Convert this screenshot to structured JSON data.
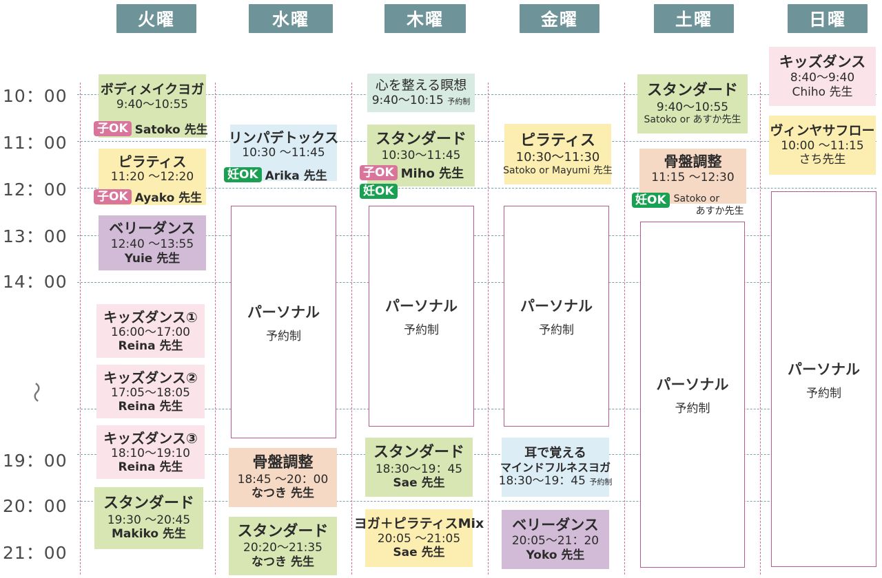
{
  "days": [
    "火曜",
    "水曜",
    "木曜",
    "金曜",
    "土曜",
    "日曜"
  ],
  "times": [
    "10：00",
    "11：00",
    "12：00",
    "13：00",
    "14：00",
    "19：00",
    "20：00",
    "21：00"
  ],
  "gap_mark": "〜",
  "badges": {
    "kid_ok": "子OK",
    "preg_ok": "妊OK"
  },
  "personal": {
    "title": "パーソナル",
    "subtitle": "予約制"
  },
  "colors": {
    "header": "#6e9399",
    "green": "#d8e6b3",
    "yellow": "#fbeeb0",
    "purple": "#d1bbd6",
    "pink": "#fbe3ea",
    "blue": "#dcedf6",
    "peach": "#f6d9c4",
    "teal": "#d8ebe2",
    "kid_badge": "#d9749b",
    "preg_badge": "#1aa052",
    "personal_border": "#b45a8a"
  },
  "tue": {
    "c1": {
      "title": "ボディメイクヨガ",
      "time": "9:40〜10:55",
      "teacher": "Satoko 先生"
    },
    "c2": {
      "title": "ピラティス",
      "time": "11:20 〜12:20",
      "teacher": "Ayako 先生"
    },
    "c3": {
      "title": "ベリーダンス",
      "time": "12:40 〜13:55",
      "teacher": "Yuie 先生"
    },
    "c4": {
      "title": "キッズダンス①",
      "time": "16:00〜17:00",
      "teacher": "Reina 先生"
    },
    "c5": {
      "title": "キッズダンス②",
      "time": "17:05〜18:05",
      "teacher": "Reina 先生"
    },
    "c6": {
      "title": "キッズダンス③",
      "time": "18:10〜19:10",
      "teacher": "Reina 先生"
    },
    "c7": {
      "title": "スタンダード",
      "time": "19:30 〜20:45",
      "teacher": "Makiko 先生"
    }
  },
  "wed": {
    "c1": {
      "title": "リンパデトックス",
      "time": "10:30 〜11:45",
      "teacher": "Arika 先生"
    },
    "c2": {
      "title": "骨盤調整",
      "time": "18:45 〜20：00",
      "teacher": "なつき 先生"
    },
    "c3": {
      "title": "スタンダード",
      "time": "20:20〜21:35",
      "teacher": "なつき 先生"
    }
  },
  "thu": {
    "c1": {
      "title": "心を整える瞑想",
      "time": "9:40〜10:15",
      "note": "予約制"
    },
    "c2": {
      "title": "スタンダード",
      "time": "10:30〜11:45",
      "teacher": "Miho 先生"
    },
    "c3": {
      "title": "スタンダード",
      "time": "18:30〜19：45",
      "teacher": "Sae 先生"
    },
    "c4": {
      "title": "ヨガ＋ピラティスMix",
      "time": "20:05 〜21:05",
      "teacher": "Sae 先生"
    }
  },
  "fri": {
    "c1": {
      "title": "ピラティス",
      "time": "10:30〜11:30",
      "teacher": "Satoko or Mayumi 先生"
    },
    "c2": {
      "title1": "耳で覚える",
      "title2": "マインドフルネスヨガ",
      "time": "18:30〜19：45",
      "note": "予約制"
    },
    "c3": {
      "title": "ベリーダンス",
      "time": "20:05〜21：20",
      "teacher": "Yoko 先生"
    }
  },
  "sat": {
    "c1": {
      "title": "スタンダード",
      "time": "9:40〜10:55",
      "teacher": "Satoko or あすか先生"
    },
    "c2": {
      "title": "骨盤調整",
      "time": "11:15 〜12:30",
      "teacher1": "Satoko or",
      "teacher2": "あすか先生"
    }
  },
  "sun": {
    "c1": {
      "title": "キッズダンス",
      "time": "8:40〜9:40",
      "teacher": "Chiho 先生"
    },
    "c2": {
      "title": "ヴィンヤサフロー",
      "time": "10:00 〜11:15",
      "teacher": "さち先生"
    }
  }
}
